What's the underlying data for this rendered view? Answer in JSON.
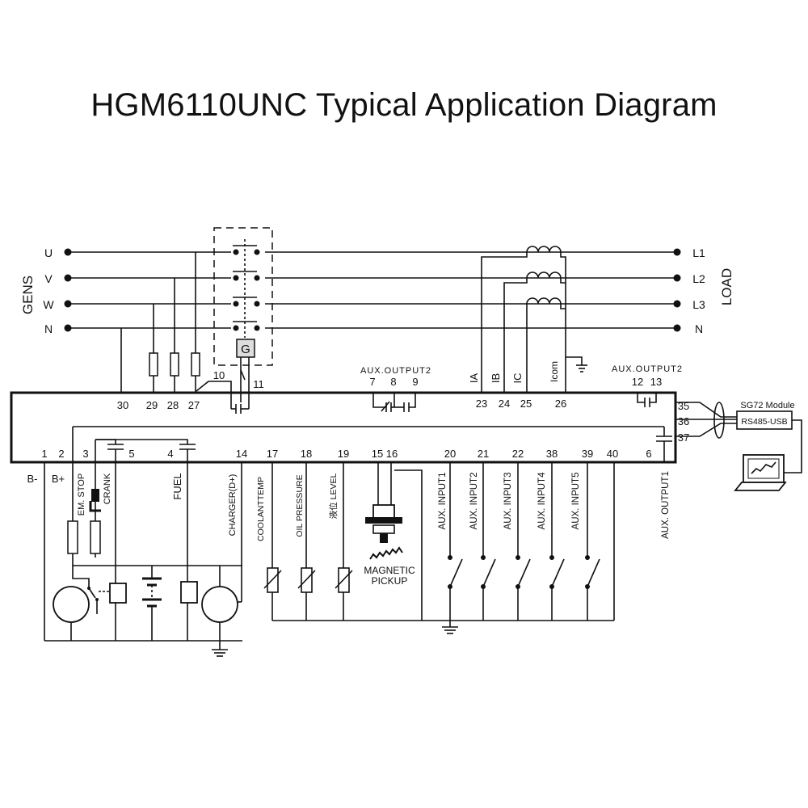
{
  "title": "HGM6110UNC Typical Application Diagram",
  "gens_label": "GENS",
  "load_label": "LOAD",
  "gen_phases": [
    "U",
    "V",
    "W",
    "N"
  ],
  "load_phases": [
    "L1",
    "L2",
    "L3",
    "N"
  ],
  "breaker_label": "G",
  "terminals_top": {
    "t30": "30",
    "t29": "29",
    "t28": "28",
    "t27": "27",
    "t10": "10",
    "t11": "11",
    "t7": "7",
    "t8": "8",
    "t9": "9",
    "t23": "23",
    "t24": "24",
    "t25": "25",
    "t26": "26",
    "t12": "12",
    "t13": "13",
    "t35": "35",
    "t36": "36",
    "t37": "37"
  },
  "terminals_bottom": {
    "t1": "1",
    "t2": "2",
    "t3": "3",
    "t5": "5",
    "t4": "4",
    "t14": "14",
    "t17": "17",
    "t18": "18",
    "t19": "19",
    "t15_16": "15 16",
    "t20": "20",
    "t21": "21",
    "t22": "22",
    "t38": "38",
    "t39": "39",
    "t40": "40",
    "t6": "6"
  },
  "aux_output2_a": "AUX.OUTPUT2",
  "aux_output2_b": "AUX.OUTPUT2",
  "ct_labels": {
    "ia": "IA",
    "ib": "IB",
    "ic": "IC",
    "icom": "Icom"
  },
  "sg72_label": "SG72 Module",
  "rs485_label": "RS485-USB",
  "labels": {
    "b_minus": "B-",
    "b_plus": "B+",
    "em_stop": "EM. STOP",
    "crank": "CRANK",
    "fuel": "FUEL",
    "charger": "CHARGER(D+)",
    "coolant": "COOLANTTEMP",
    "oil": "OIL PRESSURE",
    "level": "液位  LEVEL",
    "magnetic": "MAGNETIC",
    "pickup": "PICKUP",
    "aux_in1": "AUX. INPUT1",
    "aux_in2": "AUX. INPUT2",
    "aux_in3": "AUX. INPUT3",
    "aux_in4": "AUX. INPUT4",
    "aux_in5": "AUX. INPUT5",
    "aux_out1": "AUX. OUTPUT1"
  }
}
